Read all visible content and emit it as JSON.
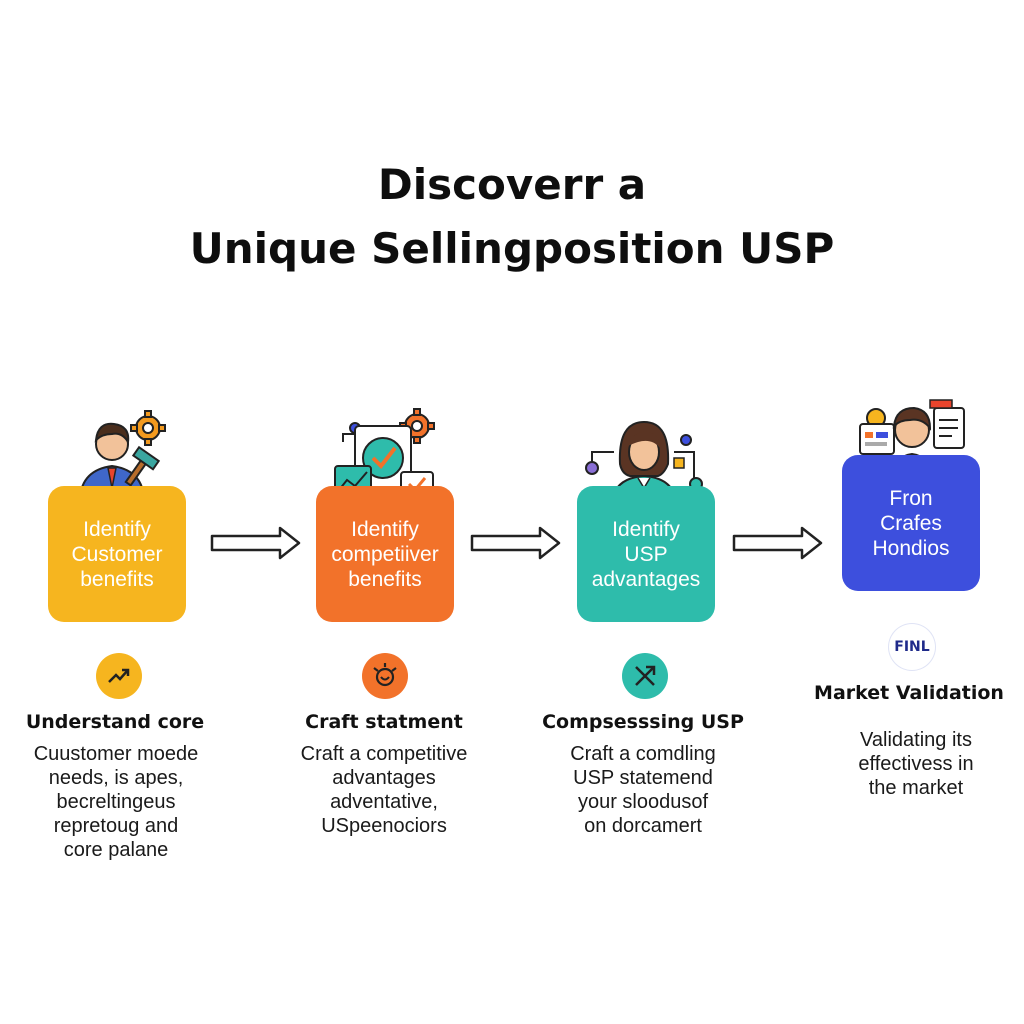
{
  "title": {
    "line1": "Discoverr a",
    "line2": "Unique Sellingposition USP"
  },
  "colors": {
    "step1": "#f6b51f",
    "step2": "#f2722a",
    "step3": "#2ebcab",
    "step4": "#3d4fdd"
  },
  "steps": [
    {
      "box_label": "Identify\nCustomer\nbenefits",
      "badge_icon": "trend-up-icon",
      "heading": "Understand core",
      "description": "Cuustomer moede\nneeds, is apes,\nbecreltingeus\nrepretoug and\ncore palane"
    },
    {
      "box_label": "Identify\ncompetiiver\nbenefits",
      "badge_icon": "lightbulb-icon",
      "heading": "Craft statment",
      "description": "Craft a competitive\nadvantages\nadventative,\nUSpeenociors"
    },
    {
      "box_label": "Identify\nUSP\nadvantages",
      "badge_icon": "crossed-arrows-icon",
      "heading": "Compsesssing USP",
      "description": "Craft a comdling\nUSP statemend\nyour sloodusof\non dorcamert"
    },
    {
      "box_label": "Fron\nCrafes\nHondios",
      "badge_text": "FINL",
      "heading": "Market Validation",
      "description": "Validating its\neffectivess in\nthe market"
    }
  ]
}
